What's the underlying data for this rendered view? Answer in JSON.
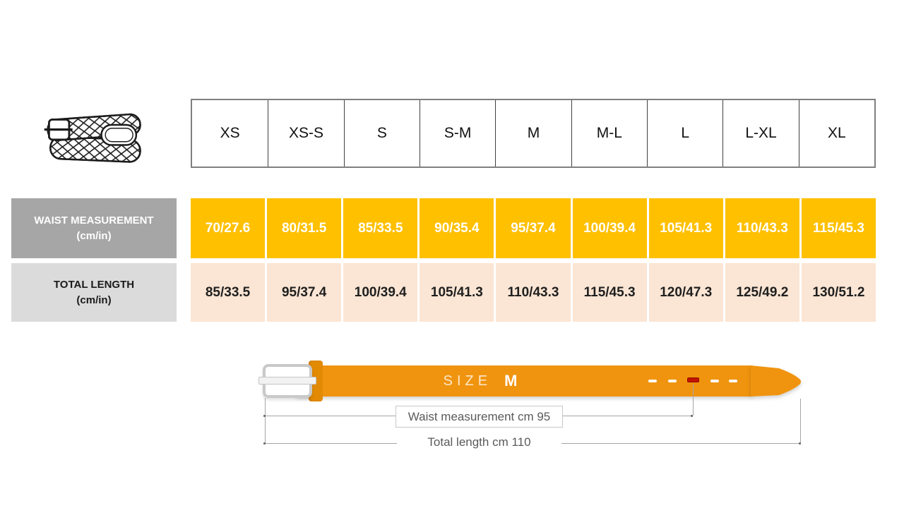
{
  "size_header": {
    "sizes": [
      "XS",
      "XS-S",
      "S",
      "S-M",
      "M",
      "M-L",
      "L",
      "L-XL",
      "XL"
    ]
  },
  "table": {
    "rows": [
      {
        "label_line1": "WAIST MEASUREMENT",
        "label_line2": "(cm/in)",
        "values": [
          "70/27.6",
          "80/31.5",
          "85/33.5",
          "90/35.4",
          "95/37.4",
          "100/39.4",
          "105/41.3",
          "110/43.3",
          "115/45.3"
        ]
      },
      {
        "label_line1": "TOTAL LENGTH",
        "label_line2": "(cm/in)",
        "values": [
          "85/33.5",
          "95/37.4",
          "100/39.4",
          "105/41.3",
          "110/43.3",
          "115/45.3",
          "120/47.3",
          "125/49.2",
          "130/51.2"
        ]
      }
    ]
  },
  "belt_diagram": {
    "size_label": "SIZE",
    "size_value": "M",
    "waist_annotation": "Waist measurement cm 95",
    "total_annotation": "Total length cm 110",
    "holes_total": 5,
    "highlighted_hole_index": 3
  },
  "icons": {
    "belt_icon": "braided-belt-icon"
  },
  "colors": {
    "waist_row_bg": "#ffc000",
    "total_row_bg": "#fbe5d4",
    "waist_label_bg": "#a6a6a6",
    "total_label_bg": "#dbdbdb",
    "belt_orange": "#f0940f",
    "keeper_orange": "#e28a04",
    "highlight_hole_red": "#c41200",
    "annotation_gray": "#5a5a5a"
  }
}
